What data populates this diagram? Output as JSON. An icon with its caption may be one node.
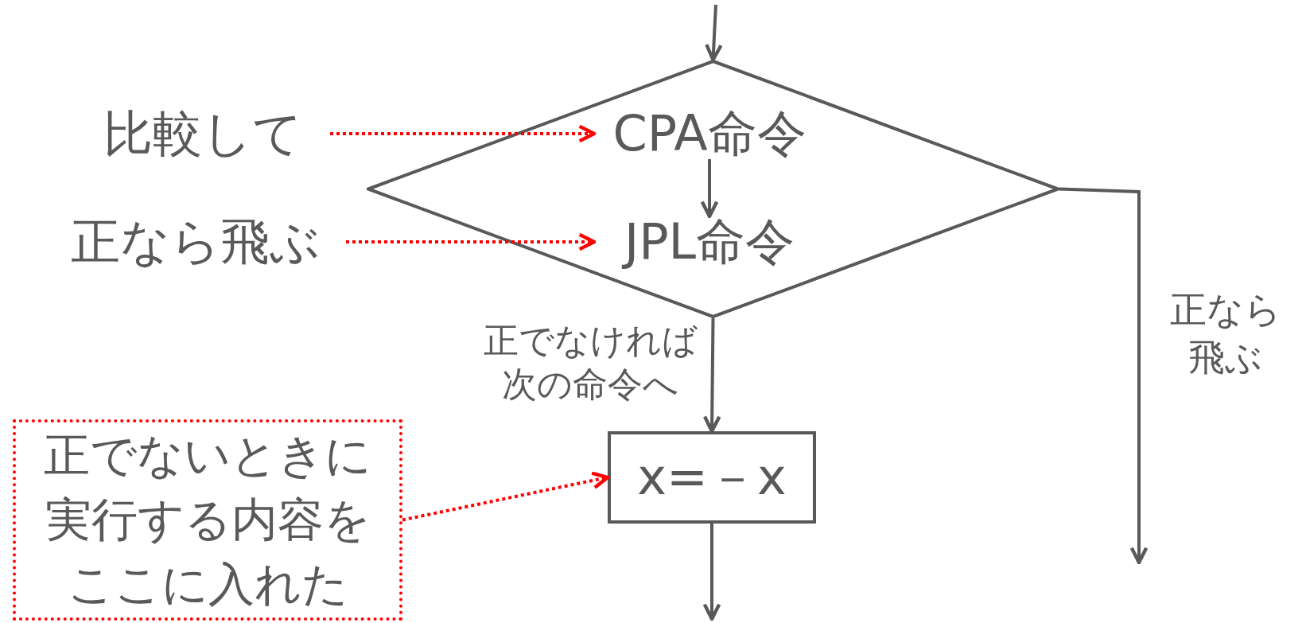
{
  "diagram": {
    "nodes": [
      {
        "text": [],
        "shape": "diamond"
      },
      {
        "text": [
          "CPA命令"
        ],
        "in": 0
      },
      {
        "text": [
          "JPL命令"
        ],
        "in": 0
      },
      {
        "text": [
          "比較して"
        ]
      },
      {
        "text": [
          "正なら飛ぶ"
        ]
      },
      {
        "text": [
          "x=－x"
        ]
      },
      {
        "text": [
          "正でないときに実行する内容をここに入れた"
        ]
      }
    ],
    "edges": [
      {
        "from": null,
        "to": 0,
        "arrow": "to"
      },
      {
        "from": 1,
        "to": 2,
        "arrow": "to"
      },
      {
        "from": 3,
        "to": 1,
        "arrow": "to",
        "style": "dashed",
        "color": "#ff0000"
      },
      {
        "from": 4,
        "to": 2,
        "arrow": "to",
        "style": "dashed",
        "color": "#ff0000"
      },
      {
        "from": 0,
        "to": 5,
        "arrow": "to",
        "label": "正でなければ次の命令へ"
      },
      {
        "from": 0,
        "to": null,
        "arrow": "to",
        "label": "正なら飛ぶ"
      },
      {
        "from": 6,
        "to": 5,
        "arrow": "to",
        "style": "dashed",
        "color": "#ff0000"
      },
      {
        "from": 5,
        "to": null,
        "arrow": "to"
      }
    ]
  }
}
